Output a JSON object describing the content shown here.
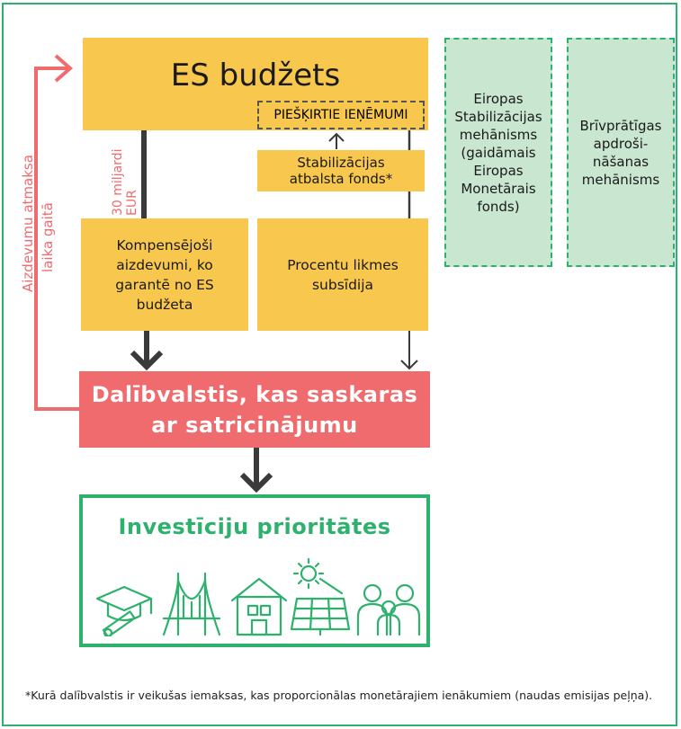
{
  "budget": {
    "title": "ES budžets",
    "allocated_revenue": "PIEŠĶIRTIE IEŅĒMUMI"
  },
  "stabilization_fund": {
    "line1": "Stabilizācijas",
    "line2": "atbalsta fonds*"
  },
  "amount": {
    "line1": "30 miljardi",
    "line2": "EUR"
  },
  "loan_repayment": {
    "line1": "Aizdevumu atmaksa",
    "line2": "laika gaitā"
  },
  "loans_box": {
    "line1": "Kompensējoši",
    "line2": "aizdevumi, ko",
    "line3": "garantē no ES",
    "line4": "budžeta"
  },
  "interest_box": {
    "line1": "Procentu likmes",
    "line2": "subsīdija"
  },
  "esm_box": {
    "line1": "Eiropas",
    "line2": "Stabilizācijas",
    "line3": "mehānisms",
    "line4": "(gaidāmais",
    "line5": "Eiropas",
    "line6": "Monetārais",
    "line7": "fonds)"
  },
  "insurance_box": {
    "line1": "Brīvprātīgas",
    "line2": "apdroši-",
    "line3": "nāšanas",
    "line4": "mehānisms"
  },
  "member_states": {
    "line1": "Dalībvalstis, kas saskaras",
    "line2": "ar satricinājumu"
  },
  "investment": {
    "title": "Investīciju prioritātes"
  },
  "footnote": "*Kurā dalībvalstis ir veikušas iemaksas, kas proporcionālas monetārajiem ienākumiem (naudas emisijas peļņa).",
  "colors": {
    "green": "#2eb16c",
    "yellow": "#f8c74d",
    "red": "#ef6b6e",
    "light_green": "#c9e6d0",
    "dark": "#3a3a3a"
  }
}
